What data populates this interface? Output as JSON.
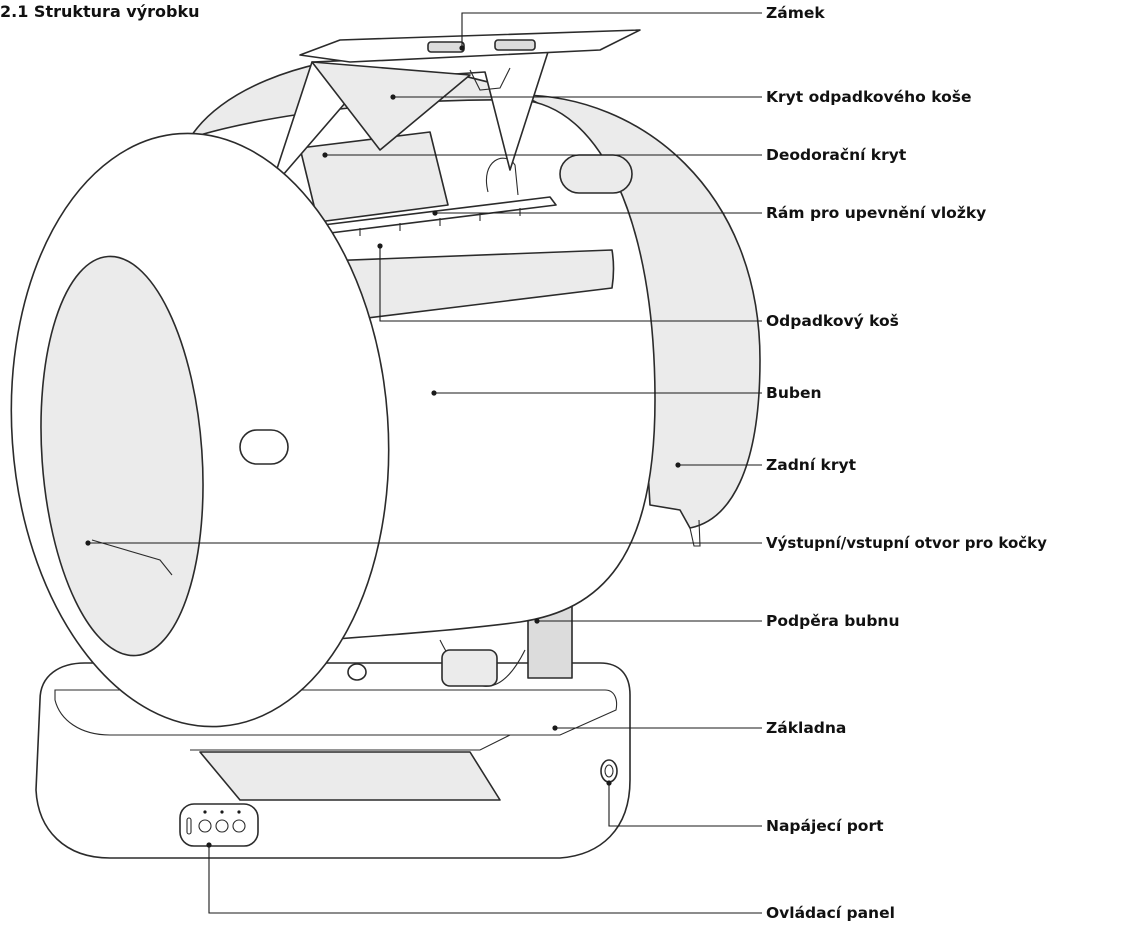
{
  "title": "2.1 Struktura výrobku",
  "callouts": [
    {
      "id": "lock",
      "label": "Zámek"
    },
    {
      "id": "waste-bin-cover",
      "label": "Kryt odpadkového koše"
    },
    {
      "id": "deodorant-cover",
      "label": "Deodorační kryt"
    },
    {
      "id": "liner-frame",
      "label": "Rám pro upevnění vložky"
    },
    {
      "id": "waste-bin",
      "label": "Odpadkový koš"
    },
    {
      "id": "drum",
      "label": "Buben"
    },
    {
      "id": "rear-cover",
      "label": "Zadní kryt"
    },
    {
      "id": "cat-opening",
      "label": "Výstupní/vstupní otvor pro kočky"
    },
    {
      "id": "drum-support",
      "label": "Podpěra bubnu"
    },
    {
      "id": "base",
      "label": "Základna"
    },
    {
      "id": "power-port",
      "label": "Napájecí port"
    },
    {
      "id": "control-panel",
      "label": "Ovládací panel"
    }
  ]
}
